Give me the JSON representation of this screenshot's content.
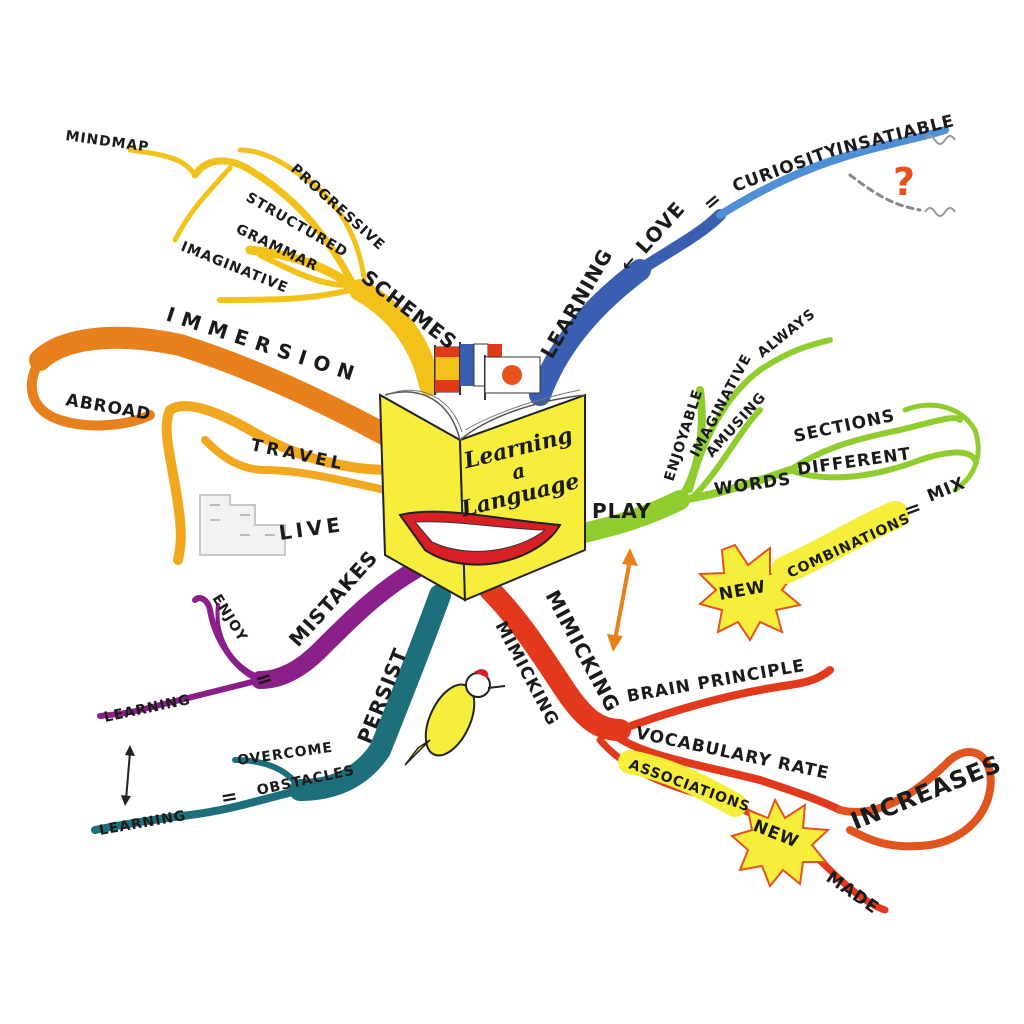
{
  "colors": {
    "schemes": "#f2c21b",
    "immersion": "#e8801c",
    "travel": "#f2a81e",
    "learning_love": "#3a5fb0",
    "curiosity": "#4f8fd6",
    "play": "#8fcc2e",
    "mimicking": "#e2381c",
    "increases": "#e0541e",
    "persist": "#1e6f7c",
    "mistakes": "#8a1f8a",
    "book": "#f7ee3c",
    "lips": "#d81f26",
    "burst": "#f5ee3a"
  },
  "center": {
    "title_line1": "Learning",
    "title_line2": "a",
    "title_line3": "Language"
  },
  "schemes": {
    "label": "SCHEMES",
    "items": [
      "MINDMAP",
      "PROGRESSIVE",
      "STRUCTURED",
      "GRAMMAR",
      "IMAGINATIVE"
    ]
  },
  "immersion": {
    "label": "IMMERSION",
    "items": [
      "ABROAD",
      "TRAVEL",
      "LIVE"
    ]
  },
  "learning_love": {
    "learning": "LEARNING",
    "arrow": "←",
    "love": "LOVE",
    "equals": "=",
    "curiosity": "CURIOSITY",
    "insatiable": "INSATIABLE",
    "question": "?"
  },
  "play": {
    "label": "PLAY",
    "items": [
      "ENJOYABLE",
      "IMAGINATIVE",
      "ALWAYS",
      "AMUSING",
      "WORDS",
      "SECTIONS",
      "DIFFERENT",
      "MIX",
      "COMBINATIONS",
      "NEW"
    ],
    "equals": "="
  },
  "mimicking": {
    "label": "MIMICKING",
    "label2": "MIMICKING",
    "items": [
      "BRAIN PRINCIPLE",
      "VOCABULARY RATE",
      "ASSOCIATIONS",
      "NEW",
      "MADE",
      "INCREASES"
    ]
  },
  "persist": {
    "label": "PERSIST",
    "items": [
      "OVERCOME",
      "OBSTACLES",
      "LEARNING"
    ],
    "equals": "="
  },
  "mistakes": {
    "label": "MISTAKES",
    "items": [
      "ENJOY",
      "LEARNING"
    ],
    "equals": "="
  },
  "arrows": {
    "updown": "↕"
  }
}
